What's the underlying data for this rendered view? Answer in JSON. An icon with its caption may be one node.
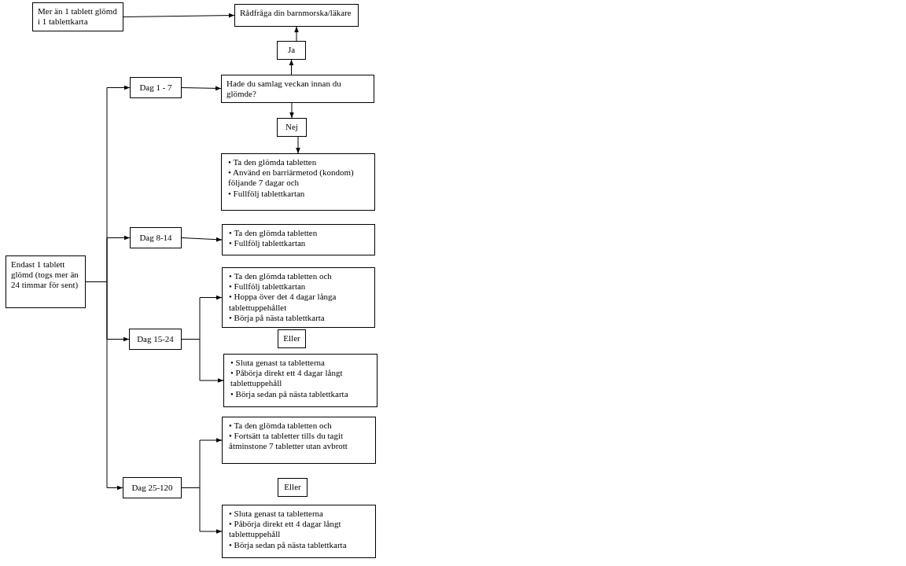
{
  "diagram": {
    "nodes": [
      {
        "text": [
          "Mer än 1 tablett glömd i 1 tablettkarta"
        ]
      },
      {
        "text": [
          "Rådfråga din barnmorska/läkare"
        ]
      },
      {
        "text": [
          "Ja"
        ]
      },
      {
        "text": [
          "Dag 1 - 7"
        ]
      },
      {
        "text": [
          "Hade du samlag veckan innan du glömde?"
        ]
      },
      {
        "text": [
          "Nej"
        ]
      },
      {
        "text": [
          "• Ta den glömda tabletten",
          "• Använd en barriärmetod (kondom) följande 7 dagar och",
          "• Fullfölj tablettkartan"
        ]
      },
      {
        "text": [
          "Dag 8-14"
        ]
      },
      {
        "text": [
          "• Ta den glömda tabletten",
          "• Fullfölj tablettkartan"
        ]
      },
      {
        "text": [
          "Endast 1 tablett glömd (togs mer än 24 timmar för sent)"
        ]
      },
      {
        "text": [
          "• Ta den glömda tabletten och",
          "• Fullfölj tablettkartan",
          "• Hoppa över det 4 dagar långa tablettuppehållet",
          "• Börja på nästa tablettkarta"
        ]
      },
      {
        "text": [
          "Dag 15-24"
        ]
      },
      {
        "text": [
          "Eller"
        ]
      },
      {
        "text": [
          "• Sluta genast ta tabletterna",
          "• Påbörja direkt ett 4 dagar långt tablettuppehåll",
          "• Börja sedan på nästa tablettkarta"
        ]
      },
      {
        "text": [
          "• Ta den glömda tabletten och",
          "• Fortsätt ta tabletter tills du tagit åtminstone 7 tabletter utan avbrott"
        ]
      },
      {
        "text": [
          "Dag 25-120"
        ]
      },
      {
        "text": [
          "Eller"
        ]
      },
      {
        "text": [
          "• Sluta genast ta tabletterna",
          "• Påbörja direkt ett 4 dagar långt tablettuppehåll",
          "• Börja sedan på nästa tablettkarta"
        ]
      }
    ],
    "edges": [
      {
        "from": 0,
        "to": 1,
        "arrow": "to"
      },
      {
        "from": 4,
        "to": 2,
        "arrow": "to"
      },
      {
        "from": 2,
        "to": 1,
        "arrow": "to"
      },
      {
        "from": 3,
        "to": 4,
        "arrow": "to"
      },
      {
        "from": 4,
        "to": 5,
        "arrow": "to"
      },
      {
        "from": 5,
        "to": 6,
        "arrow": "to"
      },
      {
        "from": 9,
        "to": 3,
        "arrow": "to"
      },
      {
        "from": 9,
        "to": 7,
        "arrow": "to"
      },
      {
        "from": 9,
        "to": 11,
        "arrow": "to"
      },
      {
        "from": 9,
        "to": 15,
        "arrow": "to"
      },
      {
        "from": 7,
        "to": 8,
        "arrow": "to"
      },
      {
        "from": 11,
        "to": 10,
        "arrow": "to"
      },
      {
        "from": 11,
        "to": 13,
        "arrow": "to"
      },
      {
        "from": 15,
        "to": 14,
        "arrow": "to"
      },
      {
        "from": 15,
        "to": 17,
        "arrow": "to"
      }
    ]
  }
}
